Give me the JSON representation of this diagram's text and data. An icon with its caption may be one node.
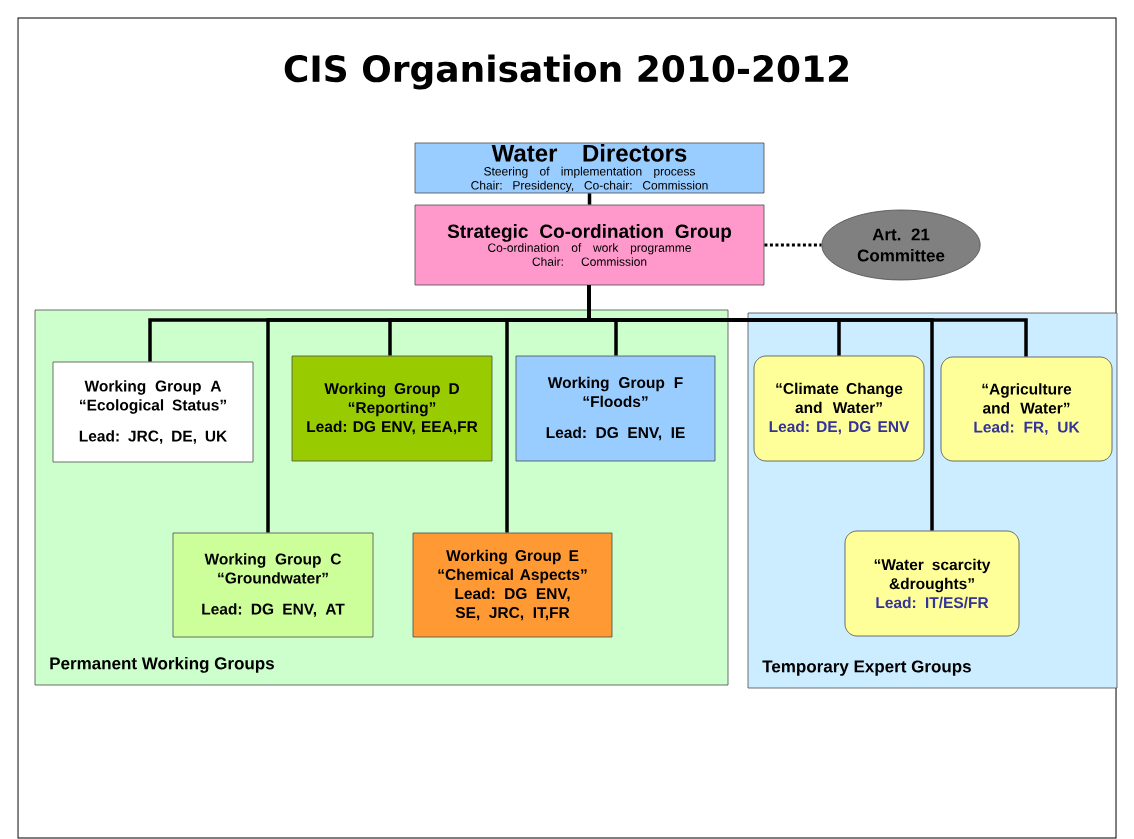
{
  "diagram": {
    "title": "CIS Organisation 2010-2012",
    "nodes": [
      {
        "text": [
          "Water Directors",
          "Steering of implementation process",
          "Chair: Presidency, Co-chair: Commission"
        ]
      },
      {
        "text": [
          "Strategic Co-ordination Group",
          "Co-ordination of work programme",
          "Chair: Commission"
        ]
      },
      {
        "text": [
          "Art. 21 Committee"
        ]
      },
      {
        "text": [
          "Permanent Working Groups"
        ]
      },
      {
        "text": [
          "Working Group A",
          "“Ecological Status”",
          "Lead: JRC, DE, UK"
        ],
        "in": 3
      },
      {
        "text": [
          "Working Group D",
          "“Reporting”",
          "Lead: DG ENV, EEA,FR"
        ],
        "in": 3
      },
      {
        "text": [
          "Working Group F",
          "“Floods”",
          "Lead: DG ENV, IE"
        ],
        "in": 3
      },
      {
        "text": [
          "Working Group C",
          "“Groundwater”",
          "Lead: DG ENV, AT"
        ],
        "in": 3
      },
      {
        "text": [
          "Working Group E",
          "“Chemical Aspects”",
          "Lead: DG ENV, SE, JRC, IT,FR"
        ],
        "in": 3
      },
      {
        "text": [
          "Temporary Expert Groups"
        ]
      },
      {
        "text": [
          "“Climate Change and Water”",
          "Lead: DE, DG ENV"
        ],
        "in": 9
      },
      {
        "text": [
          "“Agriculture and Water”",
          "Lead: FR, UK"
        ],
        "in": 9
      },
      {
        "text": [
          "“Water scarcity &droughts”",
          "Lead: IT/ES/FR"
        ],
        "in": 9
      }
    ],
    "edges": [
      {
        "from": 0,
        "to": 1,
        "arrow": "none"
      },
      {
        "from": 1,
        "to": 2,
        "arrow": "none",
        "style": "dashed"
      },
      {
        "from": 1,
        "to": 4,
        "arrow": "none"
      },
      {
        "from": 1,
        "to": 7,
        "arrow": "none"
      },
      {
        "from": 1,
        "to": 5,
        "arrow": "none"
      },
      {
        "from": 1,
        "to": 8,
        "arrow": "none"
      },
      {
        "from": 1,
        "to": 6,
        "arrow": "none"
      },
      {
        "from": 1,
        "to": 10,
        "arrow": "none"
      },
      {
        "from": 1,
        "to": 12,
        "arrow": "none"
      },
      {
        "from": 1,
        "to": 11,
        "arrow": "none"
      }
    ]
  }
}
